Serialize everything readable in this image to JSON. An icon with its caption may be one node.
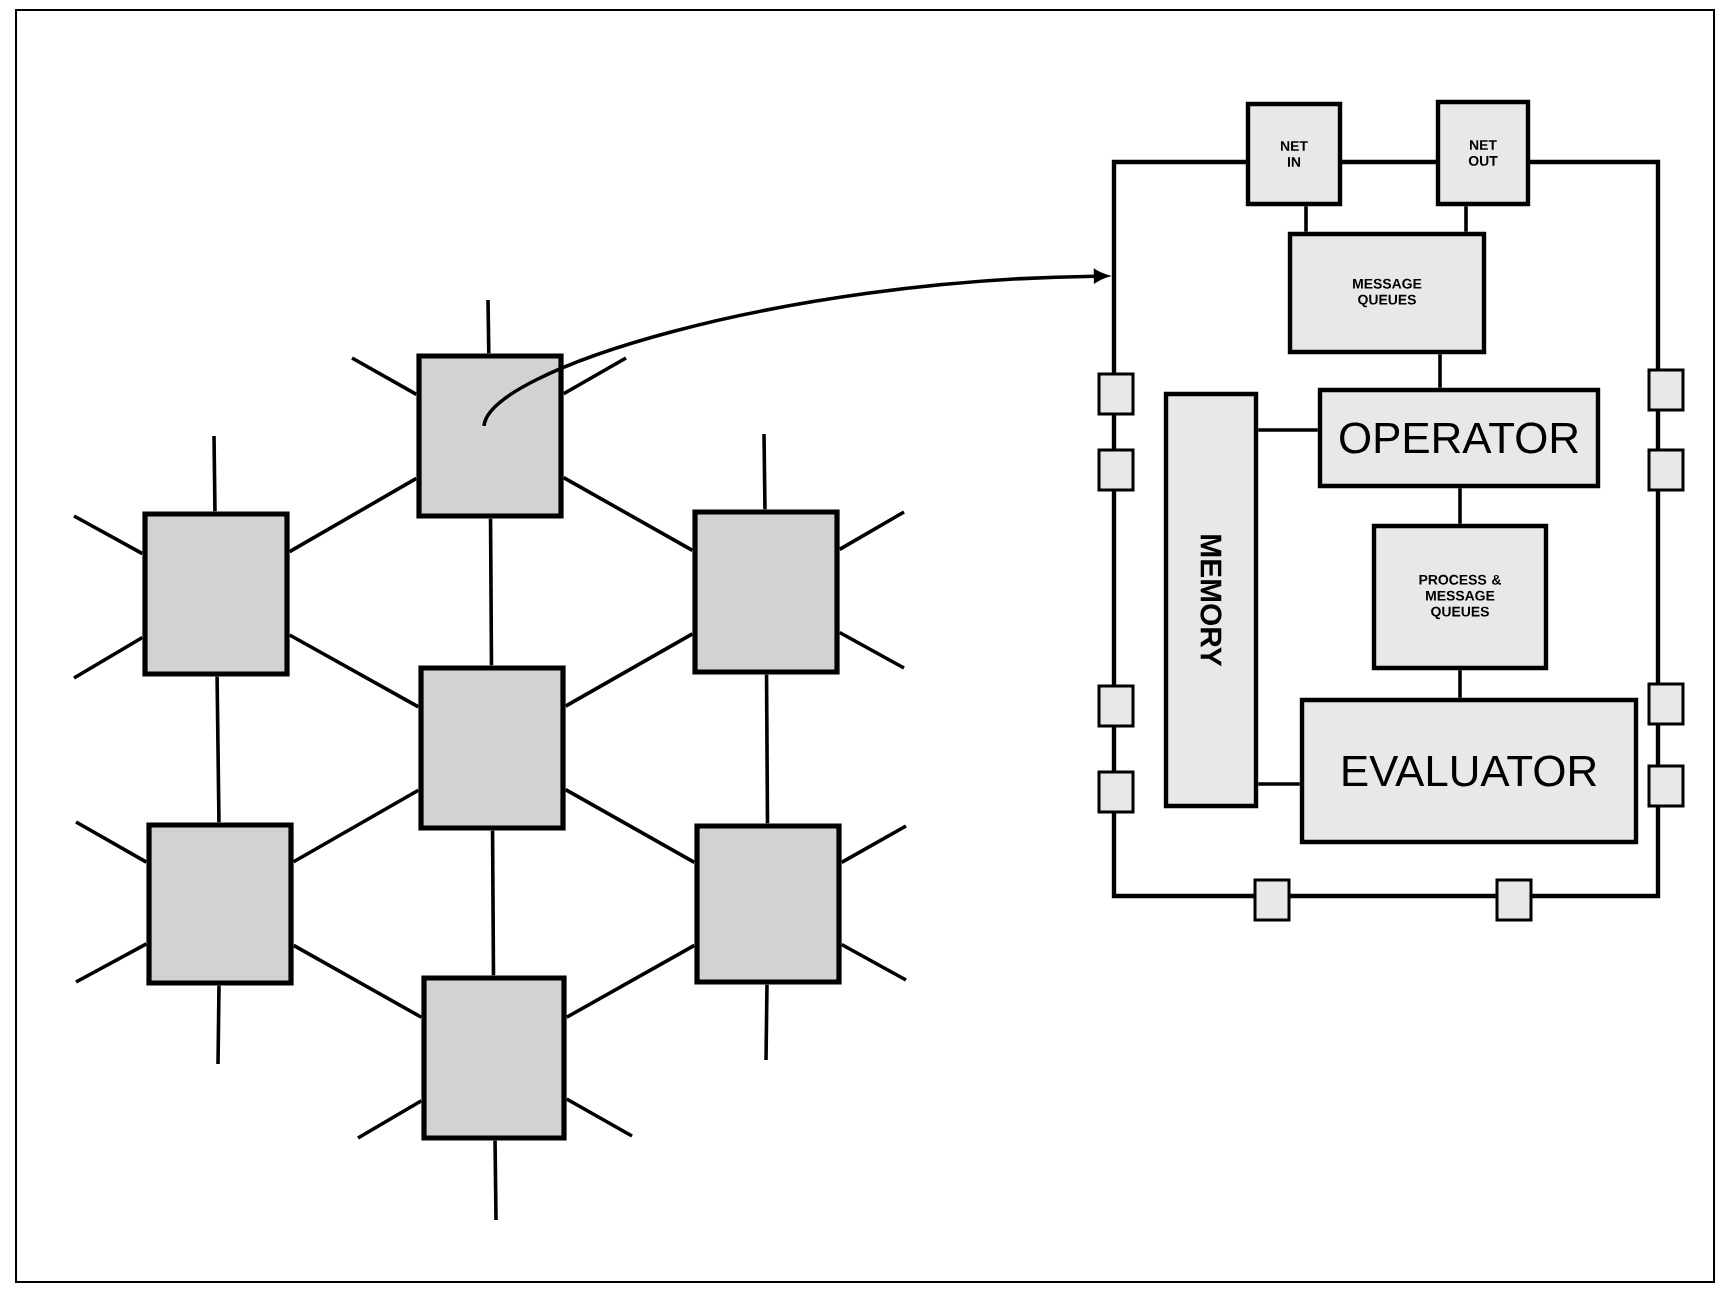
{
  "diagram": {
    "nodes": [
      {
        "text": [],
        "shape": "box"
      },
      {
        "text": [],
        "shape": "box"
      },
      {
        "text": [],
        "shape": "box"
      },
      {
        "text": [],
        "shape": "box"
      },
      {
        "text": [],
        "shape": "box"
      },
      {
        "text": [],
        "shape": "box"
      },
      {
        "text": [],
        "shape": "box"
      },
      {
        "text": [],
        "shape": "box"
      },
      {
        "text": [
          "NET IN"
        ]
      },
      {
        "text": [
          "NET OUT"
        ]
      },
      {
        "text": [
          "MESSAGE QUEUES"
        ],
        "in": 7
      },
      {
        "text": [
          "MEMORY"
        ],
        "in": 7
      },
      {
        "text": [
          "OPERATOR"
        ],
        "in": 7
      },
      {
        "text": [
          "PROCESS & MESSAGE QUEUES"
        ],
        "in": 7
      },
      {
        "text": [
          "EVALUATOR"
        ],
        "in": 7
      }
    ],
    "edges": [
      {
        "from": 0,
        "to": 1,
        "arrow": "none"
      },
      {
        "from": 0,
        "to": 2,
        "arrow": "none"
      },
      {
        "from": 0,
        "to": 3,
        "arrow": "none"
      },
      {
        "from": 1,
        "to": 3,
        "arrow": "none"
      },
      {
        "from": 2,
        "to": 3,
        "arrow": "none"
      },
      {
        "from": 1,
        "to": 4,
        "arrow": "none"
      },
      {
        "from": 2,
        "to": 5,
        "arrow": "none"
      },
      {
        "from": 3,
        "to": 4,
        "arrow": "none"
      },
      {
        "from": 3,
        "to": 5,
        "arrow": "none"
      },
      {
        "from": 3,
        "to": 6,
        "arrow": "none"
      },
      {
        "from": 4,
        "to": 6,
        "arrow": "none"
      },
      {
        "from": 5,
        "to": 6,
        "arrow": "none"
      },
      {
        "from": 0,
        "to": null,
        "arrow": "none"
      },
      {
        "from": 0,
        "to": null,
        "arrow": "none"
      },
      {
        "from": 0,
        "to": null,
        "arrow": "none"
      },
      {
        "from": 1,
        "to": null,
        "arrow": "none"
      },
      {
        "from": 1,
        "to": null,
        "arrow": "none"
      },
      {
        "from": 1,
        "to": null,
        "arrow": "none"
      },
      {
        "from": 2,
        "to": null,
        "arrow": "none"
      },
      {
        "from": 2,
        "to": null,
        "arrow": "none"
      },
      {
        "from": 2,
        "to": null,
        "arrow": "none"
      },
      {
        "from": 4,
        "to": null,
        "arrow": "none"
      },
      {
        "from": 4,
        "to": null,
        "arrow": "none"
      },
      {
        "from": 4,
        "to": null,
        "arrow": "none"
      },
      {
        "from": 5,
        "to": null,
        "arrow": "none"
      },
      {
        "from": 5,
        "to": null,
        "arrow": "none"
      },
      {
        "from": 5,
        "to": null,
        "arrow": "none"
      },
      {
        "from": 6,
        "to": null,
        "arrow": "none"
      },
      {
        "from": 6,
        "to": null,
        "arrow": "none"
      },
      {
        "from": 6,
        "to": null,
        "arrow": "none"
      },
      {
        "from": 0,
        "to": 7,
        "arrow": "to"
      },
      {
        "from": 8,
        "to": 10,
        "arrow": "none"
      },
      {
        "from": 9,
        "to": 10,
        "arrow": "none"
      },
      {
        "from": 10,
        "to": 12,
        "arrow": "none"
      },
      {
        "from": 11,
        "to": 12,
        "arrow": "none"
      },
      {
        "from": 12,
        "to": 13,
        "arrow": "none"
      },
      {
        "from": 13,
        "to": 14,
        "arrow": "none"
      },
      {
        "from": 11,
        "to": 14,
        "arrow": "none"
      }
    ]
  }
}
